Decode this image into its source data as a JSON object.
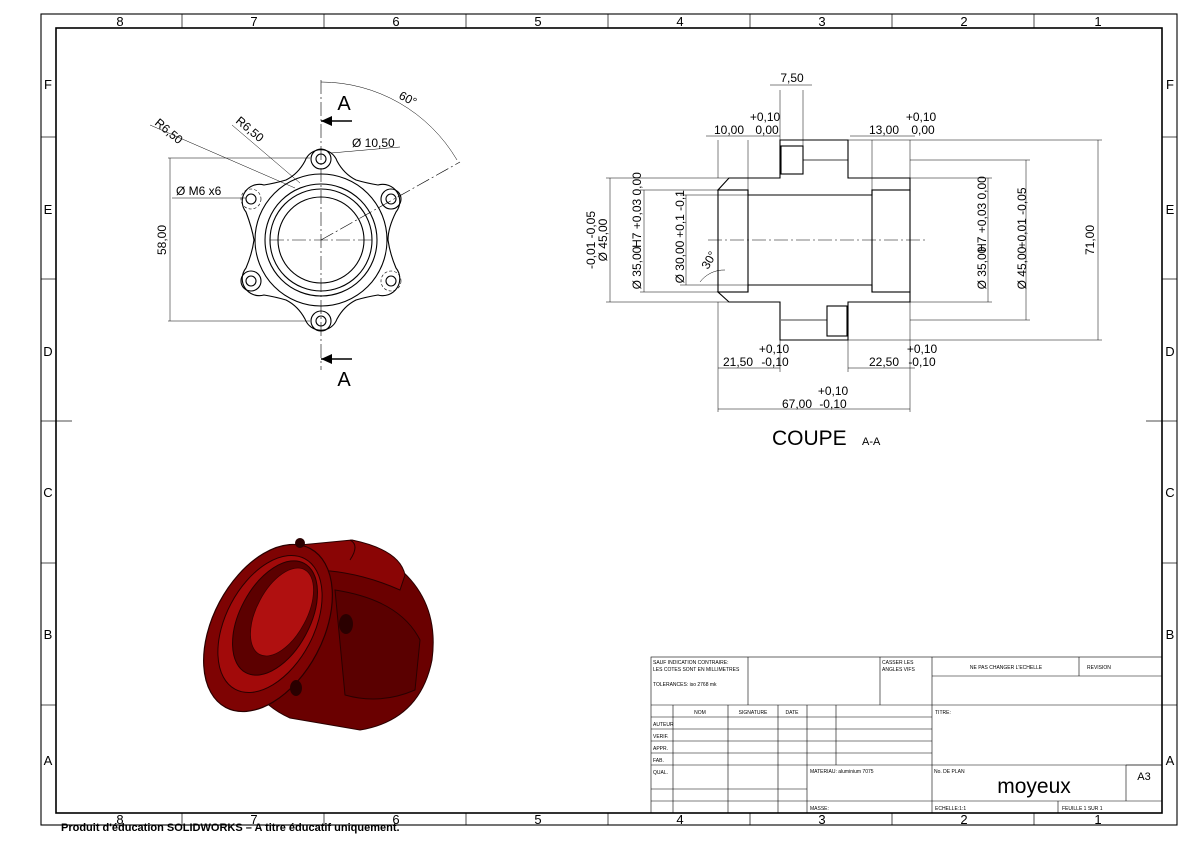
{
  "border": {
    "columns": [
      "8",
      "7",
      "6",
      "5",
      "4",
      "3",
      "2",
      "1"
    ],
    "rows": [
      "F",
      "E",
      "D",
      "C",
      "B",
      "A"
    ]
  },
  "front_view": {
    "section_letter": "A",
    "angle": "60°",
    "radius_1": "R6,50",
    "radius_2": "R6,50",
    "hole_diameter": "Ø 10,50",
    "thread": "Ø M6 x6",
    "height": "58,00"
  },
  "section_view": {
    "title": "COUPE",
    "title_suffix": "A-A",
    "d_7_50": "7,50",
    "d_10_00": "10,00",
    "tol_10_upper": "+0,10",
    "tol_10_lower": "0,00",
    "d_13_00": "13,00",
    "tol_13_upper": "+0,10",
    "tol_13_lower": "0,00",
    "d_45_left": "Ø 45,00",
    "tol_45_left": "-0,01 -0,05",
    "d_35_left": "Ø 35,00",
    "fit_left": "H7 +0,03 0,00",
    "d_30": "Ø 30,00",
    "tol_30": "+0,1 -0,1",
    "angle_30": "30°",
    "d_35_right": "Ø 35,00",
    "fit_right": "H7 +0,03 0,00",
    "d_45_right": "Ø 45,00",
    "tol_45_right": "+0,01 -0,05",
    "d_71": "71,00",
    "d_21_50": "21,50",
    "tol_21_upper": "+0,10",
    "tol_21_lower": "-0,10",
    "d_22_50": "22,50",
    "tol_22_upper": "+0,10",
    "tol_22_lower": "-0,10",
    "d_67": "67,00",
    "tol_67_upper": "+0,10",
    "tol_67_lower": "-0,10"
  },
  "title_block": {
    "note_1": "SAUF INDICATION CONTRAIRE:",
    "note_2": "LES COTES SONT EN MILLIMETRES",
    "note_3": "TOLERANCES: iso 2768 mk",
    "finish_1": "CASSER LES",
    "finish_2": "ANGLES VIFS",
    "no_scale": "NE PAS CHANGER L'ECHELLE",
    "revision": "REVISION",
    "col_nom": "NOM",
    "col_signature": "SIGNATURE",
    "col_date": "DATE",
    "row_auteur": "AUTEUR",
    "row_verif": "VERIF.",
    "row_appr": "APPR.",
    "row_fab": "FAB.",
    "row_qual": "QUAL.",
    "titre": "TITRE:",
    "materiau": "MATERIAU: aluminium 7075",
    "plan_no": "No. DE PLAN",
    "part_name": "moyeux",
    "format": "A3",
    "masse": "MASSE:",
    "echelle": "ECHELLE:1:1",
    "feuille": "FEUILLE 1 SUR 1"
  },
  "footer": "Produit d'éducation SOLIDWORKS – A titre éducatif uniquement.",
  "colors": {
    "render_dark": "#3a0000",
    "render_mid": "#7a0000",
    "render_light": "#b01010"
  }
}
